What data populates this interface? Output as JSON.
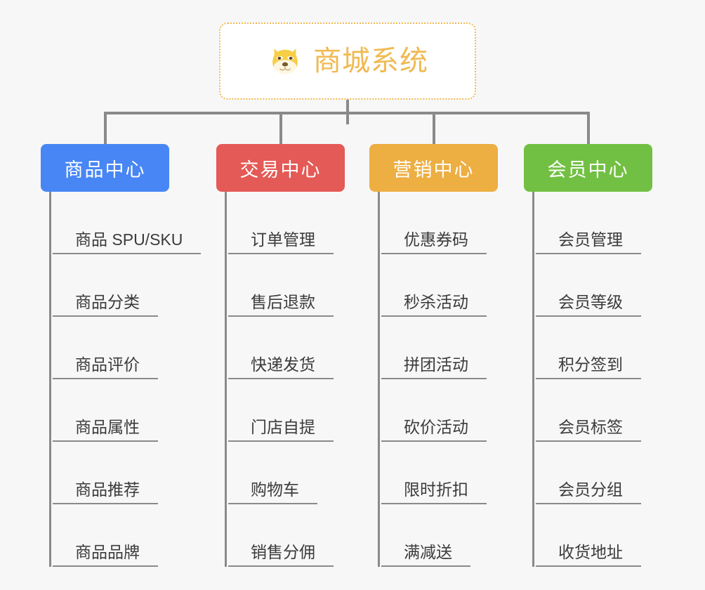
{
  "root": {
    "title": "商城系统",
    "icon": "shiba-dog-face-icon",
    "border_color": "#f0b952",
    "text_color": "#f0b952",
    "background": "#ffffff"
  },
  "canvas": {
    "background": "#f7f7f7",
    "connector_color": "#8a8a8a"
  },
  "branches": [
    {
      "label": "商品中心",
      "color": "#4786f4",
      "items": [
        "商品 SPU/SKU",
        "商品分类",
        "商品评价",
        "商品属性",
        "商品推荐",
        "商品品牌"
      ]
    },
    {
      "label": "交易中心",
      "color": "#e45a56",
      "items": [
        "订单管理",
        "售后退款",
        "快递发货",
        "门店自提",
        "购物车",
        "销售分佣"
      ]
    },
    {
      "label": "营销中心",
      "color": "#edae42",
      "items": [
        "优惠券码",
        "秒杀活动",
        "拼团活动",
        "砍价活动",
        "限时折扣",
        "满减送"
      ]
    },
    {
      "label": "会员中心",
      "color": "#72c043",
      "items": [
        "会员管理",
        "会员等级",
        "积分签到",
        "会员标签",
        "会员分组",
        "收货地址"
      ]
    }
  ]
}
